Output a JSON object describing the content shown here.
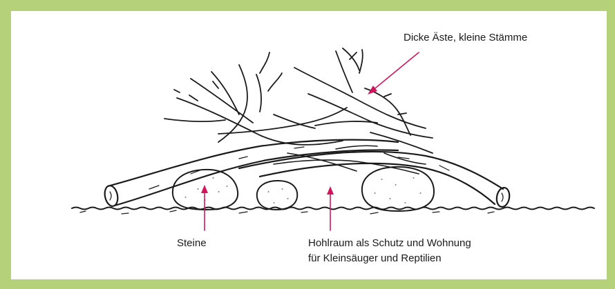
{
  "colors": {
    "border": "#b5d27a",
    "ink": "#1a1a1a",
    "pointer": "#d4145a"
  },
  "labels": {
    "branches": "Dicke Äste, kleine Stämme",
    "stones": "Steine",
    "cavity_line1": "Hohlraum als Schutz und Wohnung",
    "cavity_line2": "für Kleinsäuger und Reptilien"
  }
}
